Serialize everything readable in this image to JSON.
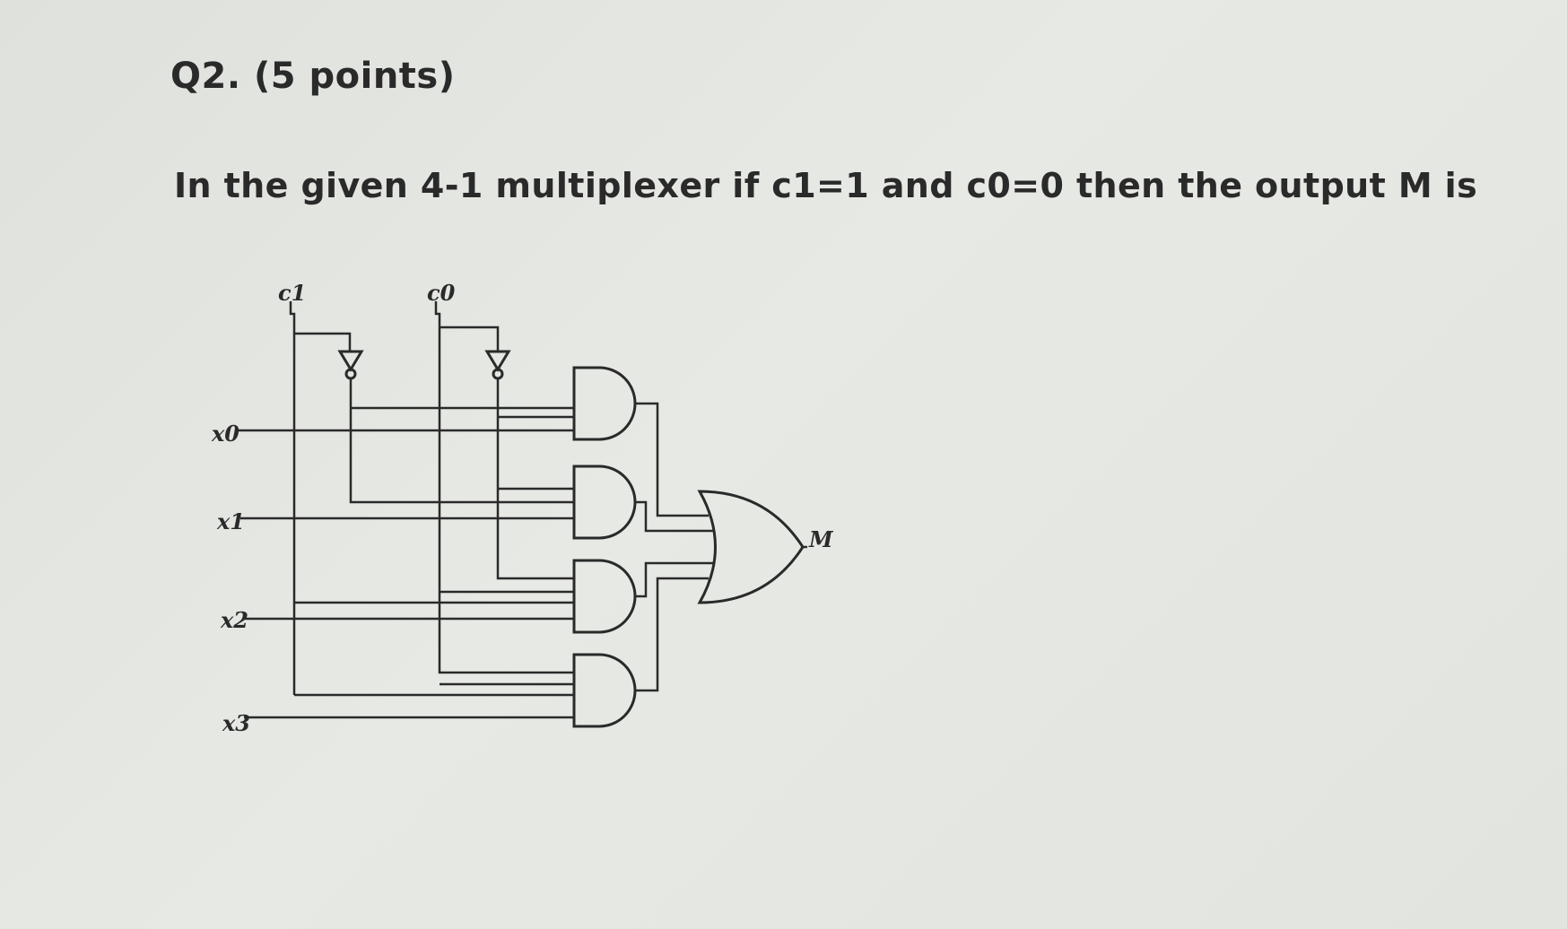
{
  "question": {
    "title": "Q2. (5 points)",
    "text": "In the given 4-1 multiplexer if c1=1  and c0=0 then the output M is"
  },
  "diagram": {
    "select_labels": [
      "c1",
      "c0"
    ],
    "input_labels": [
      "x0",
      "x1",
      "x2",
      "x3"
    ],
    "output_label": "M"
  }
}
